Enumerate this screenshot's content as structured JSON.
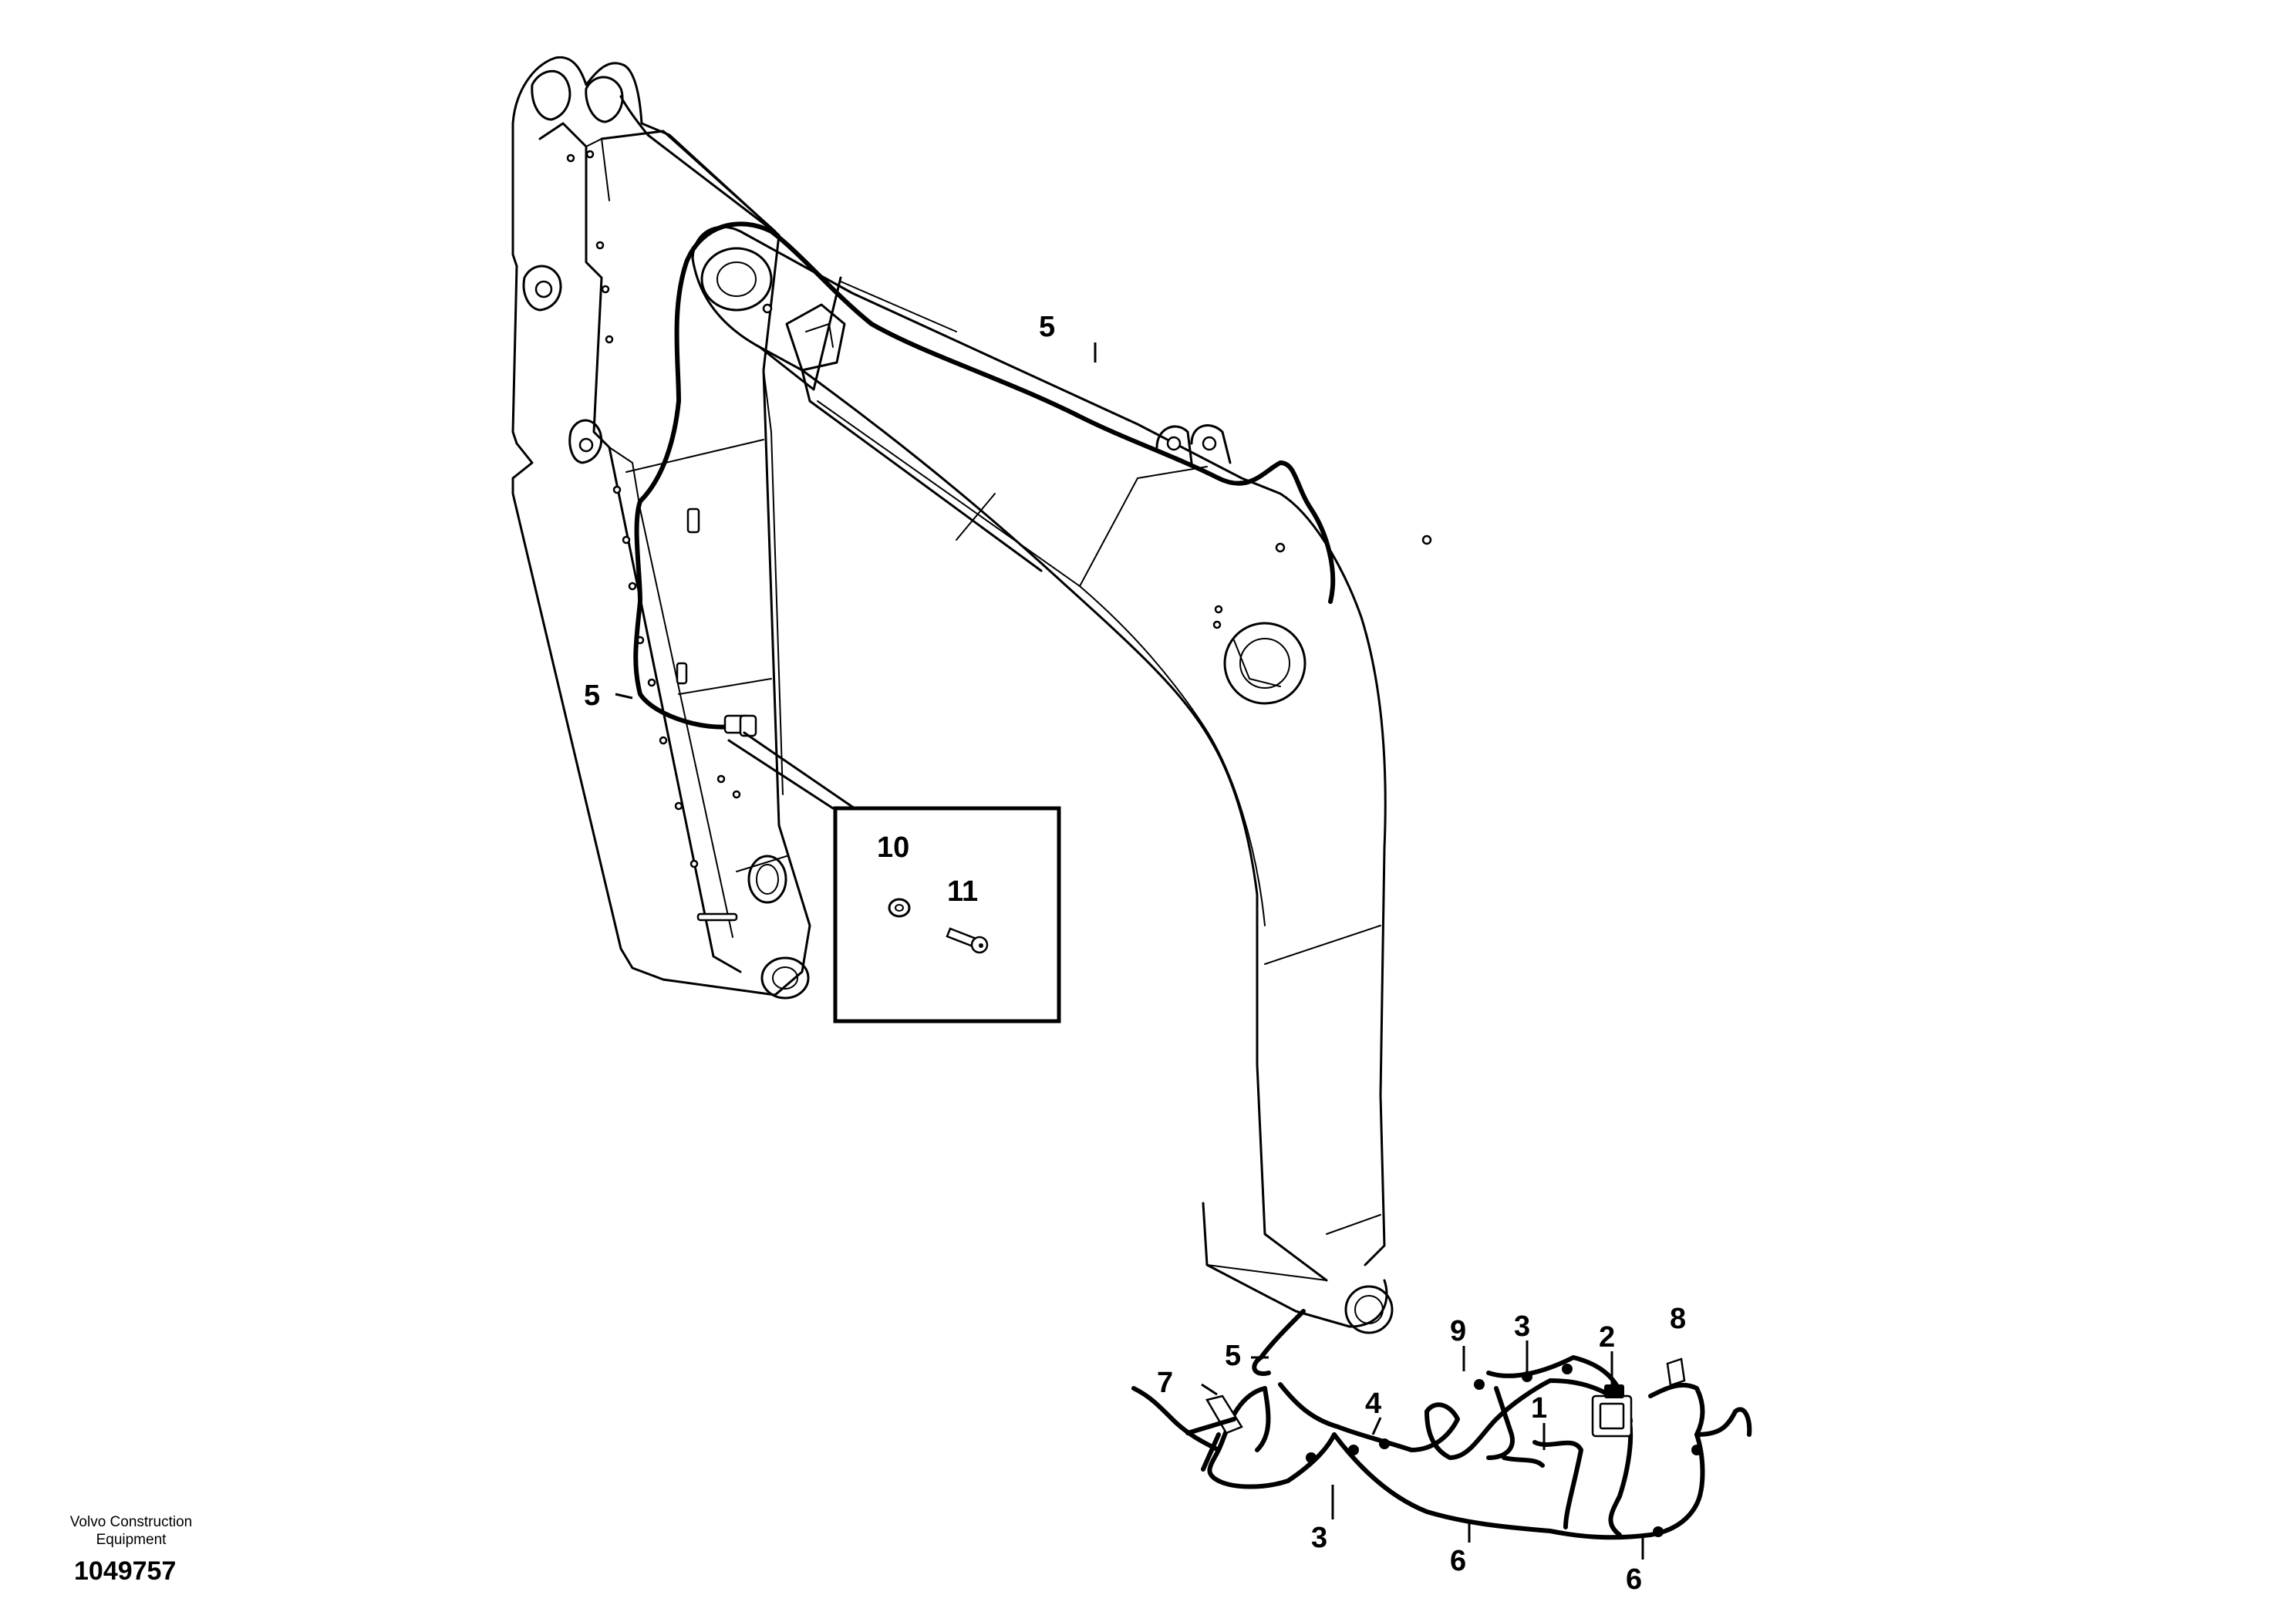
{
  "diagram": {
    "callouts": {
      "c5_boom_top": "5",
      "c5_arm_side": "5",
      "c10": "10",
      "c11": "11",
      "c5_bottom": "5",
      "c7": "7",
      "c4": "4",
      "c9": "9",
      "c3_top": "3",
      "c2": "2",
      "c8": "8",
      "c1": "1",
      "c3_bottom": "3",
      "c6_left": "6",
      "c6_right": "6"
    }
  },
  "footer": {
    "brand_line1": "Volvo Construction",
    "brand_line2": "Equipment",
    "drawing_number": "1049757"
  }
}
